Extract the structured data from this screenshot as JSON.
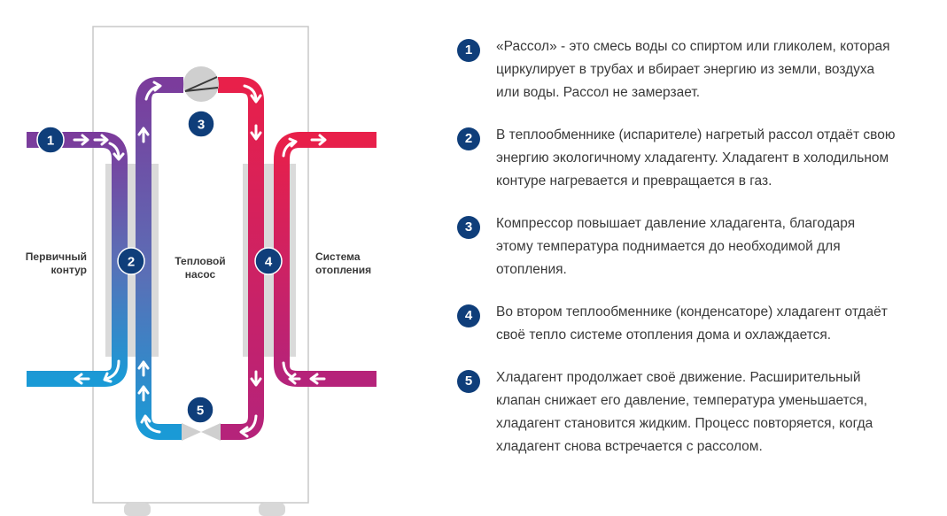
{
  "diagram": {
    "label_primary": [
      "Первичный",
      "контур"
    ],
    "label_pump": [
      "Тепловой",
      "насос"
    ],
    "label_heating": [
      "Система",
      "отопления"
    ],
    "badges": [
      "1",
      "2",
      "3",
      "4",
      "5"
    ],
    "colors": {
      "brine_purple": "#7b3c9c",
      "brine_blue": "#1a9ad6",
      "hot_red": "#e8204a",
      "magenta": "#b5237a",
      "badge": "#0f3e7a",
      "frame": "#c8c8c8",
      "exchanger": "#dadada"
    },
    "icons": [
      "compressor-icon",
      "expansion-valve-icon",
      "arrow-icon"
    ]
  },
  "steps": [
    {
      "num": "1",
      "text": "«Рассол» - это смесь воды со спиртом или гликолем, которая\nциркулирует в трубах и вбирает энергию из земли, воздуха\nили воды. Рассол не замерзает."
    },
    {
      "num": "2",
      "text": "В теплообменнике (испарителе) нагретый рассол отдаёт свою\nэнергию экологичному хладагенту. Хладагент в холодильном\nконтуре нагревается и превращается в газ."
    },
    {
      "num": "3",
      "text": "Компрессор повышает давление хладагента, благодаря\nэтому температура поднимается до необходимой для\nотопления."
    },
    {
      "num": "4",
      "text": "Во втором теплообменнике (конденсаторе) хладагент отдаёт\nсвоё тепло системе отопления дома и охлаждается."
    },
    {
      "num": "5",
      "text": "Хладагент продолжает своё движение. Расширительный\nклапан снижает его давление, температура уменьшается,\nхладагент становится жидким. Процесс повторяется, когда\nхладагент снова встречается с рассолом."
    }
  ]
}
